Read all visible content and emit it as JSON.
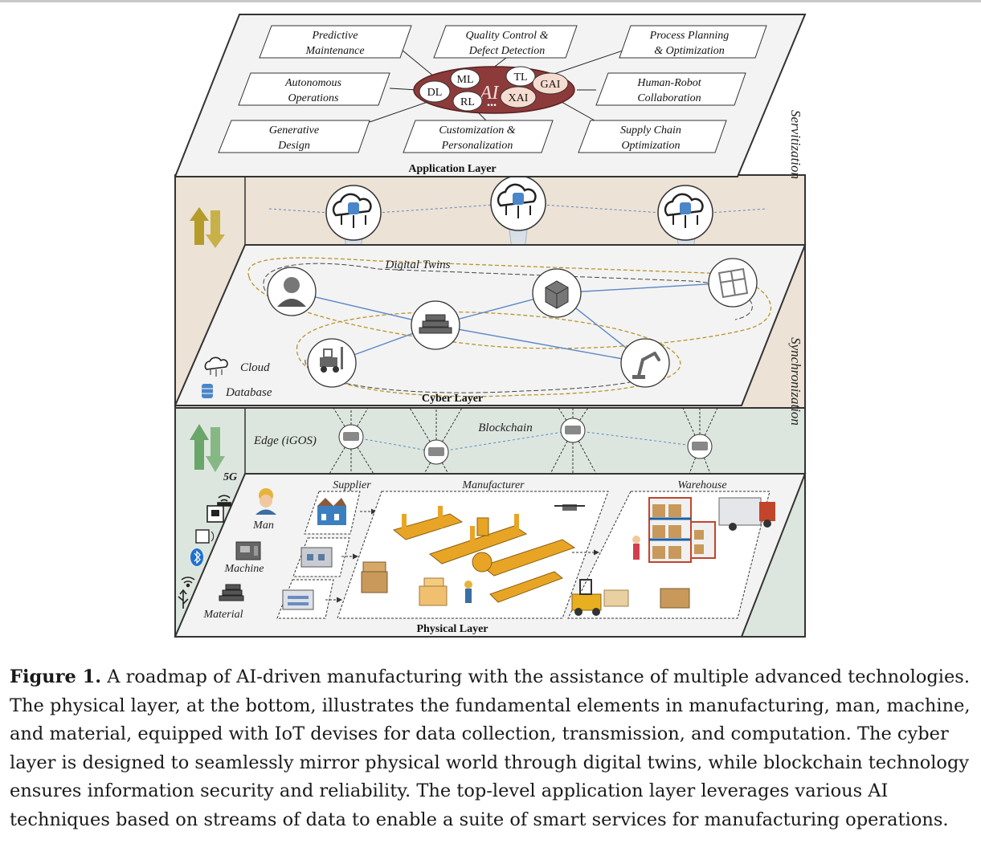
{
  "layers": {
    "application": "Application Layer",
    "cyber": "Cyber Layer",
    "physical": "Physical Layer"
  },
  "side_labels": {
    "servitization": "Servitization",
    "synchronization": "Synchronization"
  },
  "applications": [
    [
      "Predictive",
      "Maintenance"
    ],
    [
      "Quality Control &",
      "Defect Detection"
    ],
    [
      "Process Planning",
      "& Optimization"
    ],
    [
      "Autonomous",
      "Operations"
    ],
    [
      "Human-Robot",
      "Collaboration"
    ],
    [
      "Generative",
      "Design"
    ],
    [
      "Customization &",
      "Personalization"
    ],
    [
      "Supply Chain",
      "Optimization"
    ]
  ],
  "ai": {
    "center": "AI",
    "techniques": [
      "DL",
      "ML",
      "TL",
      "GAI",
      "RL",
      "XAI"
    ],
    "ellipsis": "..."
  },
  "cyber": {
    "digital_twins": "Digital Twins",
    "legend": [
      "Cloud",
      "Database"
    ]
  },
  "edge": {
    "edge_label": "Edge (iGOS)",
    "blockchain": "Blockchain"
  },
  "physical": {
    "elements": [
      "Man",
      "Machine",
      "Material"
    ],
    "zones": [
      "Supplier",
      "Manufacturer",
      "Warehouse"
    ],
    "network": "5G"
  },
  "caption": {
    "label": "Figure 1.",
    "text": " A roadmap of AI-driven manufacturing with the assistance of multiple advanced technologies. The physical layer, at the bottom, illustrates the fundamental elements in manufacturing, man, machine, and material, equipped with IoT devises for data collection, transmission, and computation. The cyber layer is designed to seamlessly mirror physical world through digital twins, while blockchain technology ensures information security and reliability. The top-level application layer leverages various AI techniques based on streams of data to enable a suite of smart services for manufacturing operations."
  },
  "colors": {
    "application_bg": "#f3f3f3",
    "upper_band": "#ece2d5",
    "lower_band": "#dde6de",
    "ai_ellipse": "#8c3a3a",
    "arrow_gold": "#b59c2a",
    "arrow_green": "#6aa56a",
    "link_blue": "#5b87c6"
  }
}
